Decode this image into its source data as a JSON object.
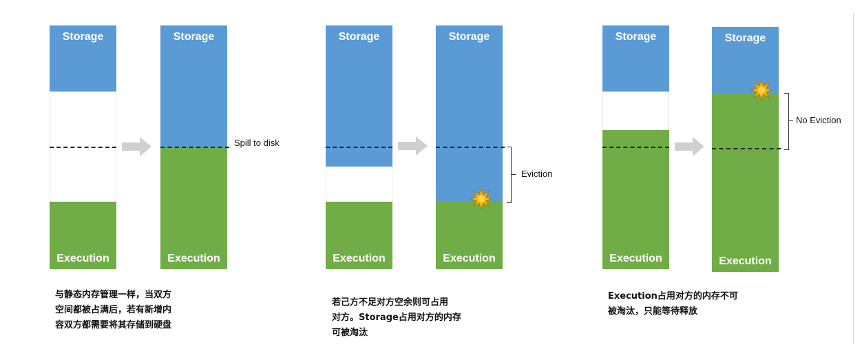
{
  "labels": {
    "storage": "Storage",
    "execution": "Execution"
  },
  "annotations": {
    "spill": "Spill to disk",
    "eviction": "Eviction",
    "no_eviction": "No Eviction"
  },
  "captions": {
    "c1": [
      "与静态内存管理一样，当双方",
      "空间都被占满后，若有新增内",
      "容双方都需要将其存储到硬盘"
    ],
    "c2": [
      "若己方不足对方空余则可占用",
      "对方。Storage占用对方的内存",
      "可被淘汰"
    ],
    "c3": [
      "Execution占用对方的内存不可",
      "被淘汰，只能等待释放"
    ]
  },
  "colors": {
    "storage": "#5b9bd5",
    "execution": "#70ad47",
    "arrow": "#d0d0d0",
    "burst": "#f5b800"
  }
}
